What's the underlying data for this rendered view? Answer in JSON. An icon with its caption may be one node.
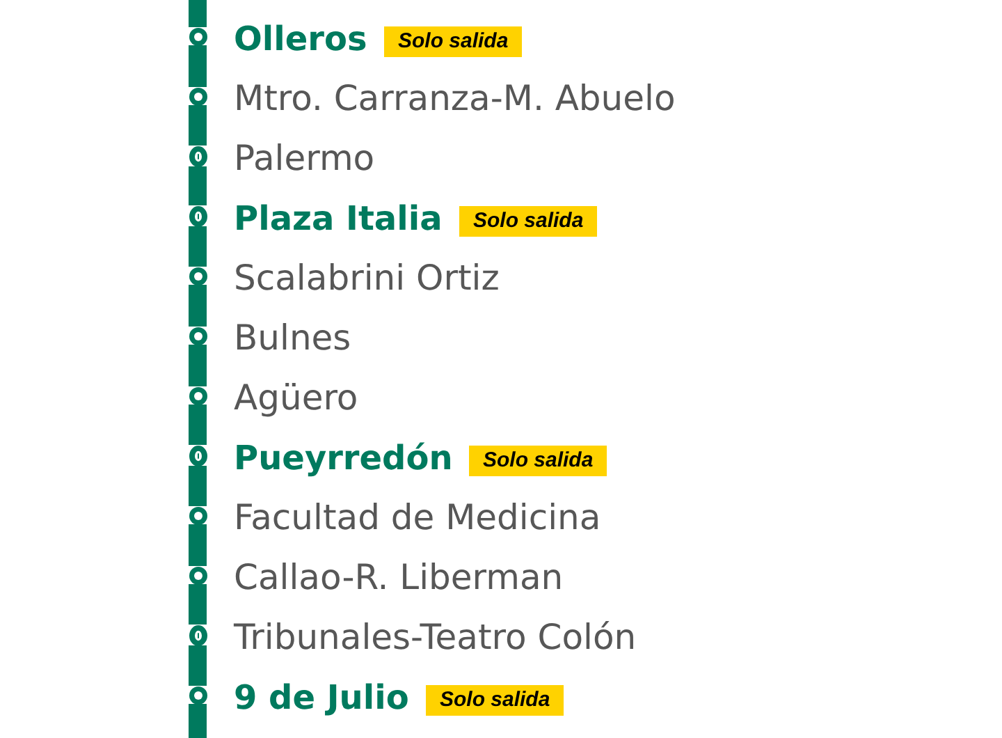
{
  "diagram": {
    "nodes": [
      {
        "text": [],
        "shape": "circle",
        "beside": [
          "Olleros"
        ]
      },
      {
        "text": [
          "Solo salida"
        ]
      },
      {
        "text": [],
        "shape": "circle",
        "beside": [
          "Mtro. Carranza-M. Abuelo"
        ]
      },
      {
        "text": [],
        "shape": "oval",
        "beside": [
          "Palermo"
        ]
      },
      {
        "text": [],
        "shape": "oval",
        "beside": [
          "Plaza Italia"
        ]
      },
      {
        "text": [
          "Solo salida"
        ]
      },
      {
        "text": [],
        "shape": "circle",
        "beside": [
          "Scalabrini Ortiz"
        ]
      },
      {
        "text": [],
        "shape": "circle",
        "beside": [
          "Bulnes"
        ]
      },
      {
        "text": [],
        "shape": "circle",
        "beside": [
          "Agüero"
        ]
      },
      {
        "text": [],
        "shape": "oval",
        "beside": [
          "Pueyrredón"
        ]
      },
      {
        "text": [
          "Solo salida"
        ]
      },
      {
        "text": [],
        "shape": "circle",
        "beside": [
          "Facultad de Medicina"
        ]
      },
      {
        "text": [],
        "shape": "circle",
        "beside": [
          "Callao-R. Liberman"
        ]
      },
      {
        "text": [],
        "shape": "oval",
        "beside": [
          "Tribunales-Teatro Colón"
        ]
      },
      {
        "text": [],
        "shape": "circle",
        "beside": [
          "9 de Julio"
        ]
      },
      {
        "text": [
          "Solo salida"
        ]
      }
    ],
    "edges": [
      {
        "from": null,
        "to": 0,
        "arrow": "none"
      },
      {
        "from": 0,
        "to": 2,
        "arrow": "none"
      },
      {
        "from": 2,
        "to": 3,
        "arrow": "none"
      },
      {
        "from": 3,
        "to": 4,
        "arrow": "none"
      },
      {
        "from": 4,
        "to": 6,
        "arrow": "none"
      },
      {
        "from": 6,
        "to": 7,
        "arrow": "none"
      },
      {
        "from": 7,
        "to": 8,
        "arrow": "none"
      },
      {
        "from": 8,
        "to": 9,
        "arrow": "none"
      },
      {
        "from": 9,
        "to": 11,
        "arrow": "none"
      },
      {
        "from": 11,
        "to": 12,
        "arrow": "none"
      },
      {
        "from": 12,
        "to": 13,
        "arrow": "none"
      },
      {
        "from": 13,
        "to": 14,
        "arrow": "none"
      },
      {
        "from": 14,
        "to": null,
        "arrow": "none"
      }
    ]
  }
}
